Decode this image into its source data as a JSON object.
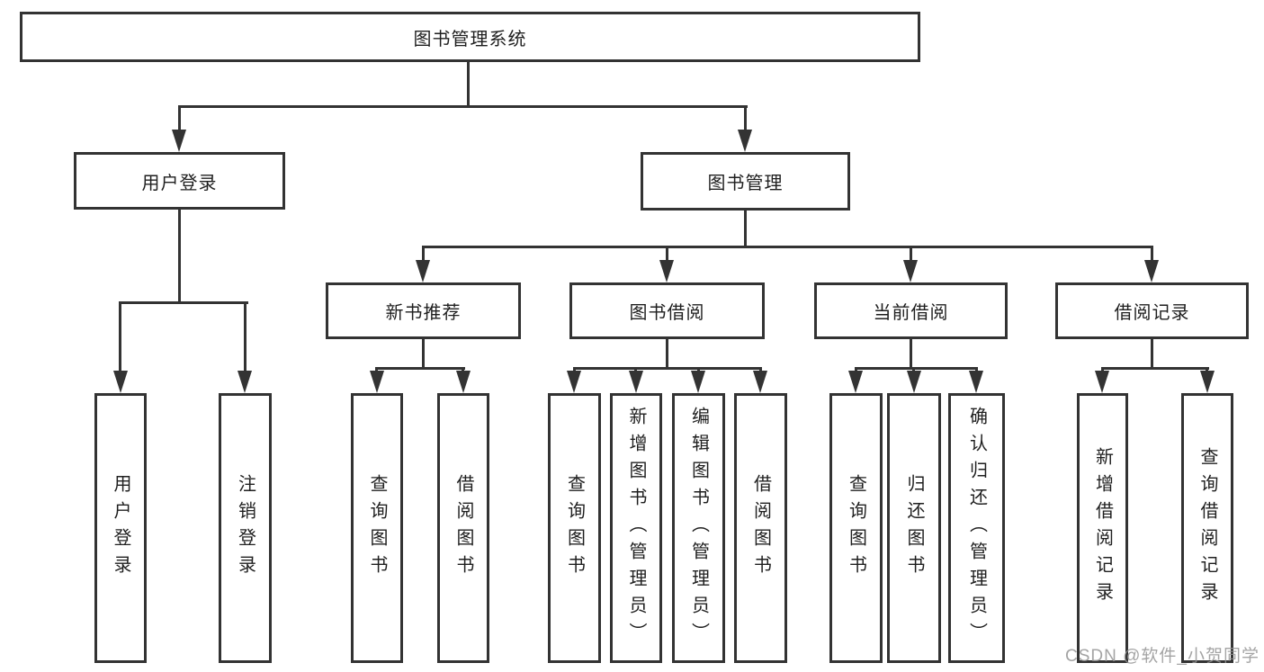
{
  "diagram": {
    "root": {
      "label": "图书管理系统"
    },
    "level2": [
      {
        "label": "用户登录"
      },
      {
        "label": "图书管理"
      }
    ],
    "level3": [
      {
        "label": "新书推荐"
      },
      {
        "label": "图书借阅"
      },
      {
        "label": "当前借阅"
      },
      {
        "label": "借阅记录"
      }
    ],
    "leaves": {
      "login": [
        {
          "label": "用户登录"
        },
        {
          "label": "注销登录"
        }
      ],
      "recommend": [
        {
          "label": "查询图书"
        },
        {
          "label": "借阅图书"
        }
      ],
      "borrow": [
        {
          "label": "查询图书"
        },
        {
          "label": "新增图书（管理员）"
        },
        {
          "label": "编辑图书（管理员）"
        },
        {
          "label": "借阅图书"
        }
      ],
      "current": [
        {
          "label": "查询图书"
        },
        {
          "label": "归还图书"
        },
        {
          "label": "确认归还（管理员）"
        }
      ],
      "records": [
        {
          "label": "新增借阅记录"
        },
        {
          "label": "查询借阅记录"
        }
      ]
    }
  },
  "watermark": {
    "text": "CSDN @软件_小贺同学"
  },
  "colors": {
    "line": "#333333",
    "text": "#1f1f1f",
    "background": "#ffffff",
    "watermark": "#949494"
  }
}
